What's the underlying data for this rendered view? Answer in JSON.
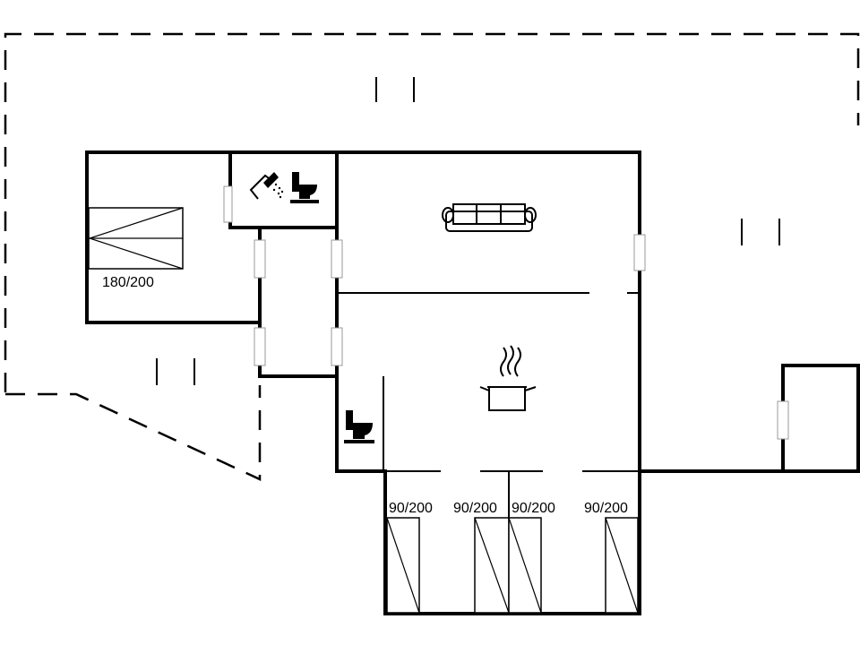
{
  "beds": {
    "double": "180/200",
    "single_1": "90/200",
    "single_2": "90/200",
    "single_3": "90/200",
    "single_4": "90/200"
  },
  "icons": [
    "shower-icon",
    "toilet-icon",
    "sofa-icon",
    "cooking-pot-icon"
  ]
}
